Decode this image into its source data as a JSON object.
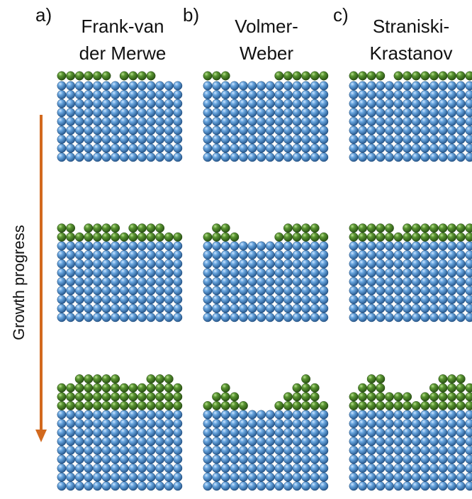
{
  "panels": [
    {
      "letter": "a)",
      "title_line1": "Frank-van",
      "title_line2": "der Merwe"
    },
    {
      "letter": "b)",
      "title_line1": "Volmer-",
      "title_line2": "Weber"
    },
    {
      "letter": "c)",
      "title_line1": "Straniski-",
      "title_line2": "Krastanov"
    }
  ],
  "progress_label": "Growth progress",
  "colors": {
    "substrate": "#4f8fcd",
    "substrate_dark": "#2c5f95",
    "adatom": "#4f8c2b",
    "adatom_dark": "#2f5c17",
    "arrow": "#d2691e"
  }
}
